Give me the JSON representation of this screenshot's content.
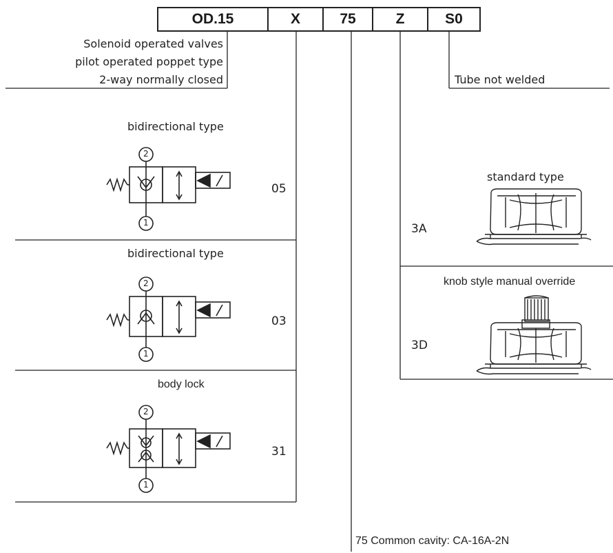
{
  "order_code": {
    "series": "OD.15",
    "field2": "X",
    "field3": "75",
    "field4": "Z",
    "field5": "S0"
  },
  "series_description": {
    "line1": "Solenoid operated valves",
    "line2": "pilot operated poppet type",
    "line3": "2-way normally closed"
  },
  "tube": {
    "label": "Tube not welded"
  },
  "variants": [
    {
      "title": "bidirectional type",
      "code": "05"
    },
    {
      "title": "bidirectional type",
      "code": "03"
    },
    {
      "title": "body lock",
      "code": "31"
    }
  ],
  "symbol_ports": {
    "top": "2",
    "bottom": "1"
  },
  "overrides": [
    {
      "title": "standard type",
      "code": "3A"
    },
    {
      "title": "knob style manual override",
      "code": "3D"
    }
  ],
  "cavity": {
    "code": "75",
    "text": "Common cavity: CA-16A-2N"
  }
}
